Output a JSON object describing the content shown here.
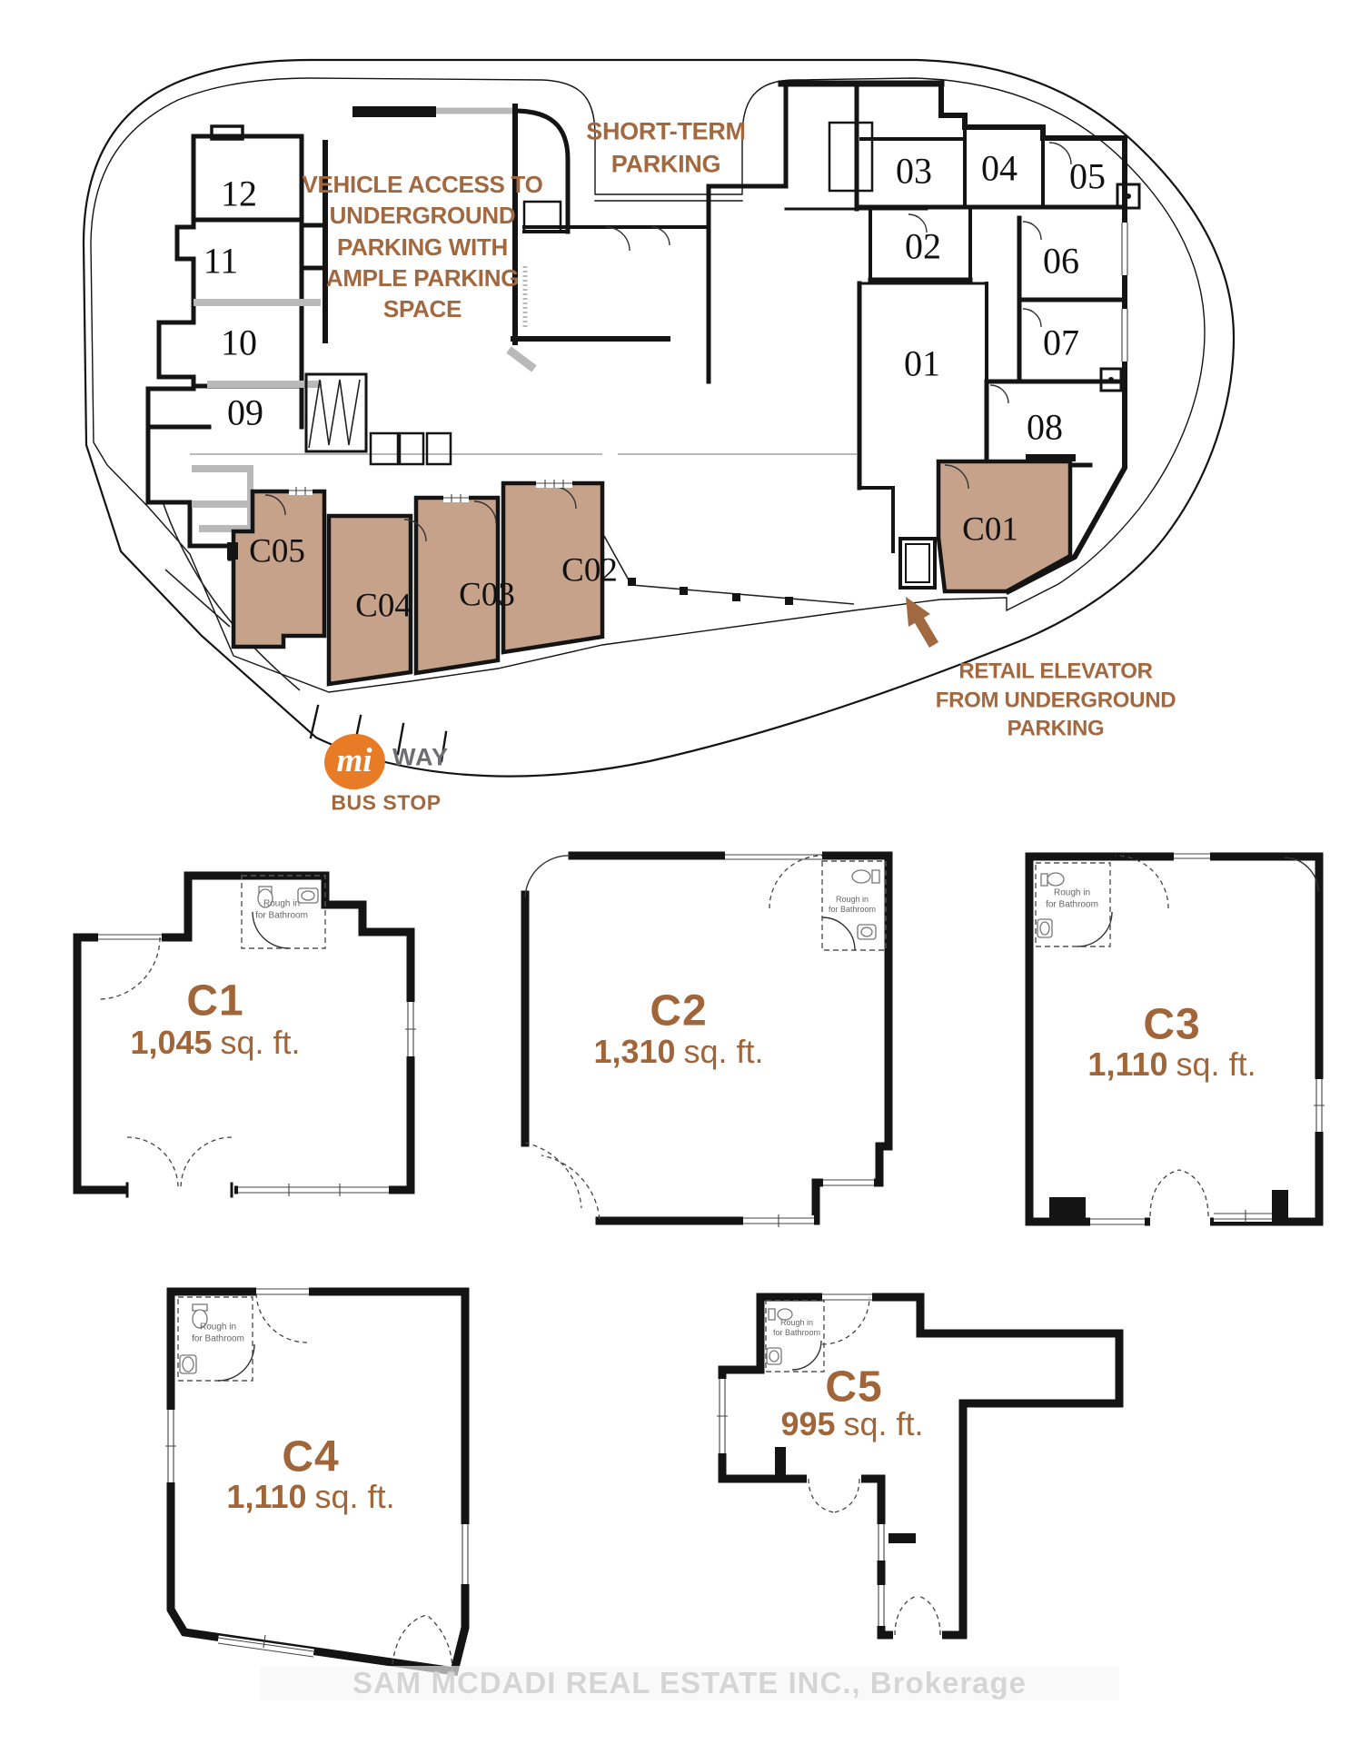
{
  "colors": {
    "accent_brown": "#a2683f",
    "plan_label_brown": "#a06538",
    "retail_fill": "#c7a28b",
    "miway_orange": "#e87b25",
    "miway_gray": "#6d6e71",
    "wall_black": "#141414",
    "watermark_gray": "#d5d5d5"
  },
  "site_plan": {
    "annotations": {
      "vehicle_access": "VEHICLE ACCESS TO\nUNDERGROUND\nPARKING WITH\nAMPLE PARKING\nSPACE",
      "short_term_parking": "SHORT-TERM\nPARKING",
      "retail_elevator": "RETAIL ELEVATOR\nFROM UNDERGROUND\nPARKING",
      "bus_stop_label": "BUS STOP",
      "miway_mi": "mi",
      "miway_way": "WAY"
    },
    "unit_numbers": [
      "01",
      "02",
      "03",
      "04",
      "05",
      "06",
      "07",
      "08",
      "09",
      "10",
      "11",
      "12"
    ],
    "retail_units": [
      "C01",
      "C02",
      "C03",
      "C04",
      "C05"
    ]
  },
  "unit_plans": {
    "rough_in_label": "Rough in\nfor Bathroom",
    "area_unit": "sq. ft.",
    "units": [
      {
        "name": "C1",
        "area": "1,045"
      },
      {
        "name": "C2",
        "area": "1,310"
      },
      {
        "name": "C3",
        "area": "1,110"
      },
      {
        "name": "C4",
        "area": "1,110"
      },
      {
        "name": "C5",
        "area": "995"
      }
    ]
  },
  "watermark": "SAM MCDADI REAL ESTATE INC., Brokerage"
}
